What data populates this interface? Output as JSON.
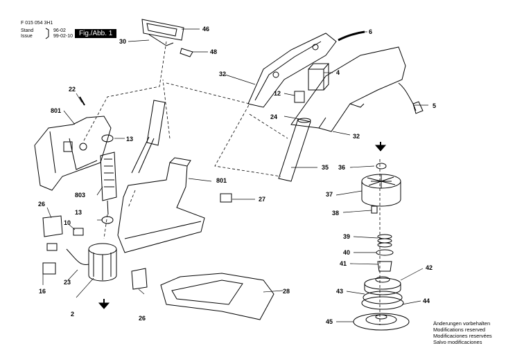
{
  "header": {
    "code": "F 015 054 3H1",
    "stand_label": "Stand",
    "issue_label": "Issue",
    "stand_date": "96-02",
    "issue_date": "99-02-10",
    "figure": "Fig./Abb. 1"
  },
  "parts": [
    "2",
    "4",
    "5",
    "6",
    "10",
    "12",
    "13",
    "13",
    "16",
    "22",
    "23",
    "24",
    "26",
    "26",
    "27",
    "28",
    "30",
    "32",
    "32",
    "35",
    "36",
    "37",
    "38",
    "39",
    "40",
    "41",
    "42",
    "43",
    "44",
    "45",
    "46",
    "48",
    "801",
    "801",
    "803"
  ],
  "notes": [
    "Änderungen vorbehalten",
    "Modifications reserved",
    "Modificaciones reservées",
    "Salvo modificaciones"
  ]
}
